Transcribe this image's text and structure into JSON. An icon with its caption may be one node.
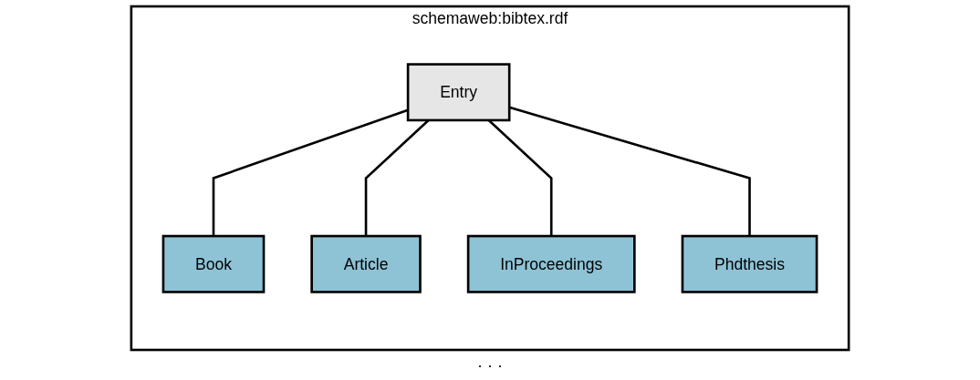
{
  "diagram": {
    "nodes": [
      {
        "text": [
          "schemaweb:bibtex.rdf"
        ]
      },
      {
        "text": [
          "Entry"
        ],
        "in": 0
      },
      {
        "text": [
          "Book"
        ],
        "in": 0
      },
      {
        "text": [
          "Article"
        ],
        "in": 0
      },
      {
        "text": [
          "InProceedings"
        ],
        "in": 0
      },
      {
        "text": [
          "Phdthesis"
        ],
        "in": 0
      }
    ],
    "edges": [
      {
        "from": 1,
        "to": 2,
        "arrow": "none"
      },
      {
        "from": 1,
        "to": 3,
        "arrow": "none"
      },
      {
        "from": 1,
        "to": 4,
        "arrow": "none"
      },
      {
        "from": 1,
        "to": 5,
        "arrow": "none"
      }
    ],
    "labels": [
      "· · ·"
    ]
  }
}
